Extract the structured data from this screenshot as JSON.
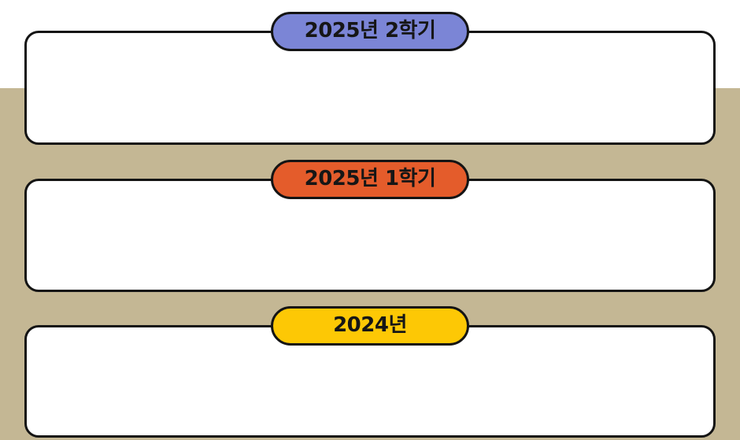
{
  "page": {
    "background_color": "#ffffff",
    "band_color": "#c4b794",
    "border_color": "#141414",
    "card_color": "#ffffff",
    "text_color": "#161616"
  },
  "sections": [
    {
      "id": "semester-2025-2",
      "label": "2025년 2학기",
      "pill_color": "#7b85d6",
      "pill_inline_style": "background-color:#7b85d6"
    },
    {
      "id": "semester-2025-1",
      "label": "2025년 1학기",
      "pill_color": "#e45c2b",
      "pill_inline_style": "background-color:#e45c2b"
    },
    {
      "id": "year-2024",
      "label": "2024년",
      "pill_color": "#fdc805",
      "pill_inline_style": "background-color:#fdc805"
    }
  ]
}
